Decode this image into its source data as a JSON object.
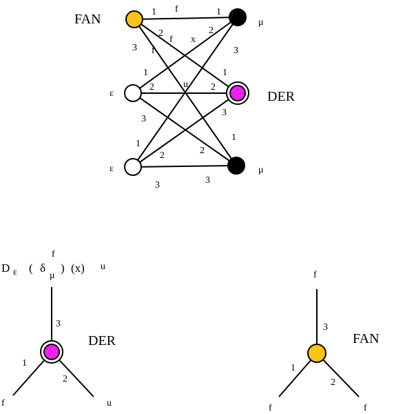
{
  "colors": {
    "fan": "#f7c519",
    "der": "#ee1ff0",
    "black": "#000000",
    "white": "#ffffff"
  },
  "graph": {
    "node_labels": {
      "fan": "FAN",
      "mu_top": "μ",
      "eps_mid": "ε",
      "der": "DER",
      "eps_bot": "ε",
      "mu_bot": "μ"
    },
    "edge_labels": {
      "fan_mu_1a": "1",
      "fan_mu_f": "f",
      "fan_mu_1b": "1",
      "fan_der_2": "2",
      "fan_der_f": "f",
      "x_mark": "x",
      "mutop_epsmid_2": "2",
      "fan_mubot_3": "3",
      "fan_mubot_f": "f",
      "mutop_der_3": "3",
      "epsmid_1": "1",
      "der_1": "1",
      "epsmid_der_2": "2",
      "u_mark": "u",
      "der_2": "2",
      "epsmid_3": "3",
      "der_3": "3",
      "mubot_1": "1",
      "epsbot_1": "1",
      "epsbot_2": "2",
      "cross_2": "2",
      "epsbot_3": "3",
      "mubot_3": "3"
    }
  },
  "der_rule": {
    "expr": {
      "D": "D",
      "eps": "ε",
      "lparen1": "(",
      "delta": "δ",
      "sup_f": "f",
      "sub_mu": "μ",
      "rparen1": ")",
      "x_group": "(x)",
      "u": "u"
    },
    "label": "DER",
    "port_labels": {
      "p3": "3",
      "p1": "1",
      "p2": "2"
    },
    "end_labels": {
      "left": "f",
      "right": "u"
    }
  },
  "fan_rule": {
    "label": "FAN",
    "top_label": "f",
    "port_labels": {
      "p3": "3",
      "p1": "1",
      "p2": "2"
    },
    "end_labels": {
      "left": "f",
      "right": "f"
    }
  }
}
